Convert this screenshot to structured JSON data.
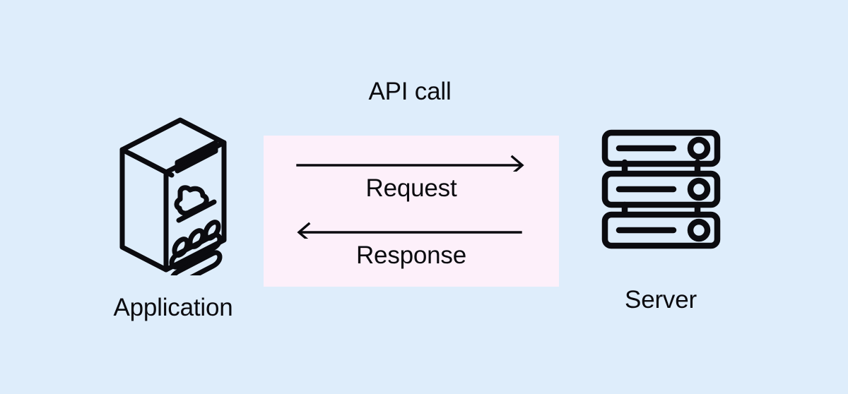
{
  "diagram": {
    "title": "API call",
    "background_color": "#deedfb",
    "panel_color": "#fdf0fa",
    "stroke_color": "#0b0b0f"
  },
  "nodes": [
    {
      "id": "application",
      "label": "Application",
      "icon": "mobile-app-isometric-icon"
    },
    {
      "id": "server",
      "label": "Server",
      "icon": "server-rack-icon"
    }
  ],
  "exchange": {
    "request": {
      "label": "Request",
      "direction": "right",
      "arrow_icon": "arrow-right-icon"
    },
    "response": {
      "label": "Response",
      "direction": "left",
      "arrow_icon": "arrow-left-icon"
    }
  }
}
